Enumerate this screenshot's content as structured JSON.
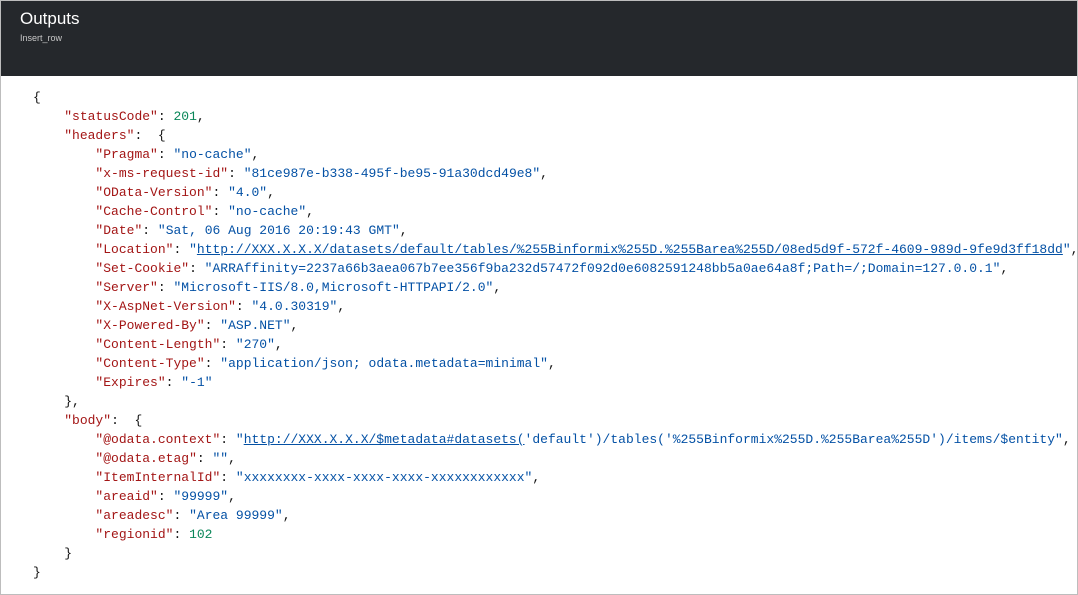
{
  "header": {
    "title": "Outputs",
    "subtitle": "Insert_row"
  },
  "json_lines": [
    {
      "indent": 0,
      "punct": "{"
    },
    {
      "indent": 1,
      "key": "statusCode",
      "num": "201",
      "tail": ","
    },
    {
      "indent": 1,
      "key": "headers",
      "tail": " {"
    },
    {
      "indent": 2,
      "key": "Pragma",
      "str": "no-cache",
      "tail": ","
    },
    {
      "indent": 2,
      "key": "x-ms-request-id",
      "str": "81ce987e-b338-495f-be95-91a30dcd49e8",
      "tail": ","
    },
    {
      "indent": 2,
      "key": "OData-Version",
      "str": "4.0",
      "tail": ","
    },
    {
      "indent": 2,
      "key": "Cache-Control",
      "str": "no-cache",
      "tail": ","
    },
    {
      "indent": 2,
      "key": "Date",
      "str": "Sat, 06 Aug 2016 20:19:43 GMT",
      "tail": ","
    },
    {
      "indent": 2,
      "key": "Location",
      "link": "http://XXX.X.X.X/datasets/default/tables/%255Binformix%255D.%255Barea%255D/08ed5d9f-572f-4609-989d-9fe9d3ff18dd",
      "tail": ","
    },
    {
      "indent": 2,
      "key": "Set-Cookie",
      "str": "ARRAffinity=2237a66b3aea067b7ee356f9ba232d57472f092d0e6082591248bb5a0ae64a8f;Path=/;Domain=127.0.0.1",
      "tail": ","
    },
    {
      "indent": 2,
      "key": "Server",
      "str": "Microsoft-IIS/8.0,Microsoft-HTTPAPI/2.0",
      "tail": ","
    },
    {
      "indent": 2,
      "key": "X-AspNet-Version",
      "str": "4.0.30319",
      "tail": ","
    },
    {
      "indent": 2,
      "key": "X-Powered-By",
      "str": "ASP.NET",
      "tail": ","
    },
    {
      "indent": 2,
      "key": "Content-Length",
      "str": "270",
      "tail": ","
    },
    {
      "indent": 2,
      "key": "Content-Type",
      "str": "application/json; odata.metadata=minimal",
      "tail": ","
    },
    {
      "indent": 2,
      "key": "Expires",
      "str": "-1",
      "tail": ""
    },
    {
      "indent": 1,
      "punct": "},"
    },
    {
      "indent": 1,
      "key": "body",
      "tail": " {"
    },
    {
      "indent": 2,
      "key": "@odata.context",
      "link": "http://XXX.X.X.X/$metadata#datasets(",
      "linkrest": "'default')/tables('%255Binformix%255D.%255Barea%255D')/items/$entity",
      "tail": ","
    },
    {
      "indent": 2,
      "key": "@odata.etag",
      "str": "",
      "tail": ","
    },
    {
      "indent": 2,
      "key": "ItemInternalId",
      "str": "xxxxxxxx-xxxx-xxxx-xxxx-xxxxxxxxxxxx",
      "tail": ","
    },
    {
      "indent": 2,
      "key": "areaid",
      "str": "99999",
      "tail": ","
    },
    {
      "indent": 2,
      "key": "areadesc",
      "str": "Area 99999",
      "tail": ","
    },
    {
      "indent": 2,
      "key": "regionid",
      "num": "102",
      "tail": ""
    },
    {
      "indent": 1,
      "punct": "}"
    },
    {
      "indent": 0,
      "punct": "}"
    }
  ]
}
